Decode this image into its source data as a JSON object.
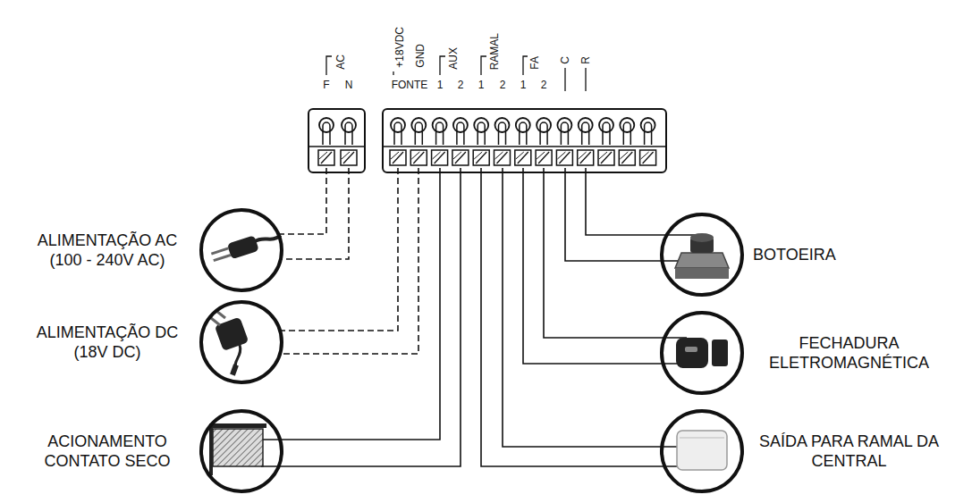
{
  "diagram": {
    "nodes": [
      {
        "text": [
          "ALIMENTAÇÃO AC (100 - 240V AC)"
        ]
      },
      {
        "text": [
          "ALIMENTAÇÃO DC (18V DC)"
        ]
      },
      {
        "text": [
          "ACIONAMENTO CONTATO SECO"
        ]
      },
      {
        "text": [
          "BOTOEIRA"
        ]
      },
      {
        "text": [
          "FECHADURA ELETROMAGNÉTICA"
        ]
      },
      {
        "text": [
          "SAÍDA PARA RAMAL DA CENTRAL"
        ]
      }
    ],
    "labels": [
      "AC",
      "F",
      "N",
      "+18VDC",
      "GND",
      "FONTE",
      "AUX",
      "1",
      "2",
      "RAMAL",
      "1",
      "2",
      "FA",
      "1",
      "2",
      "C",
      "R"
    ]
  }
}
